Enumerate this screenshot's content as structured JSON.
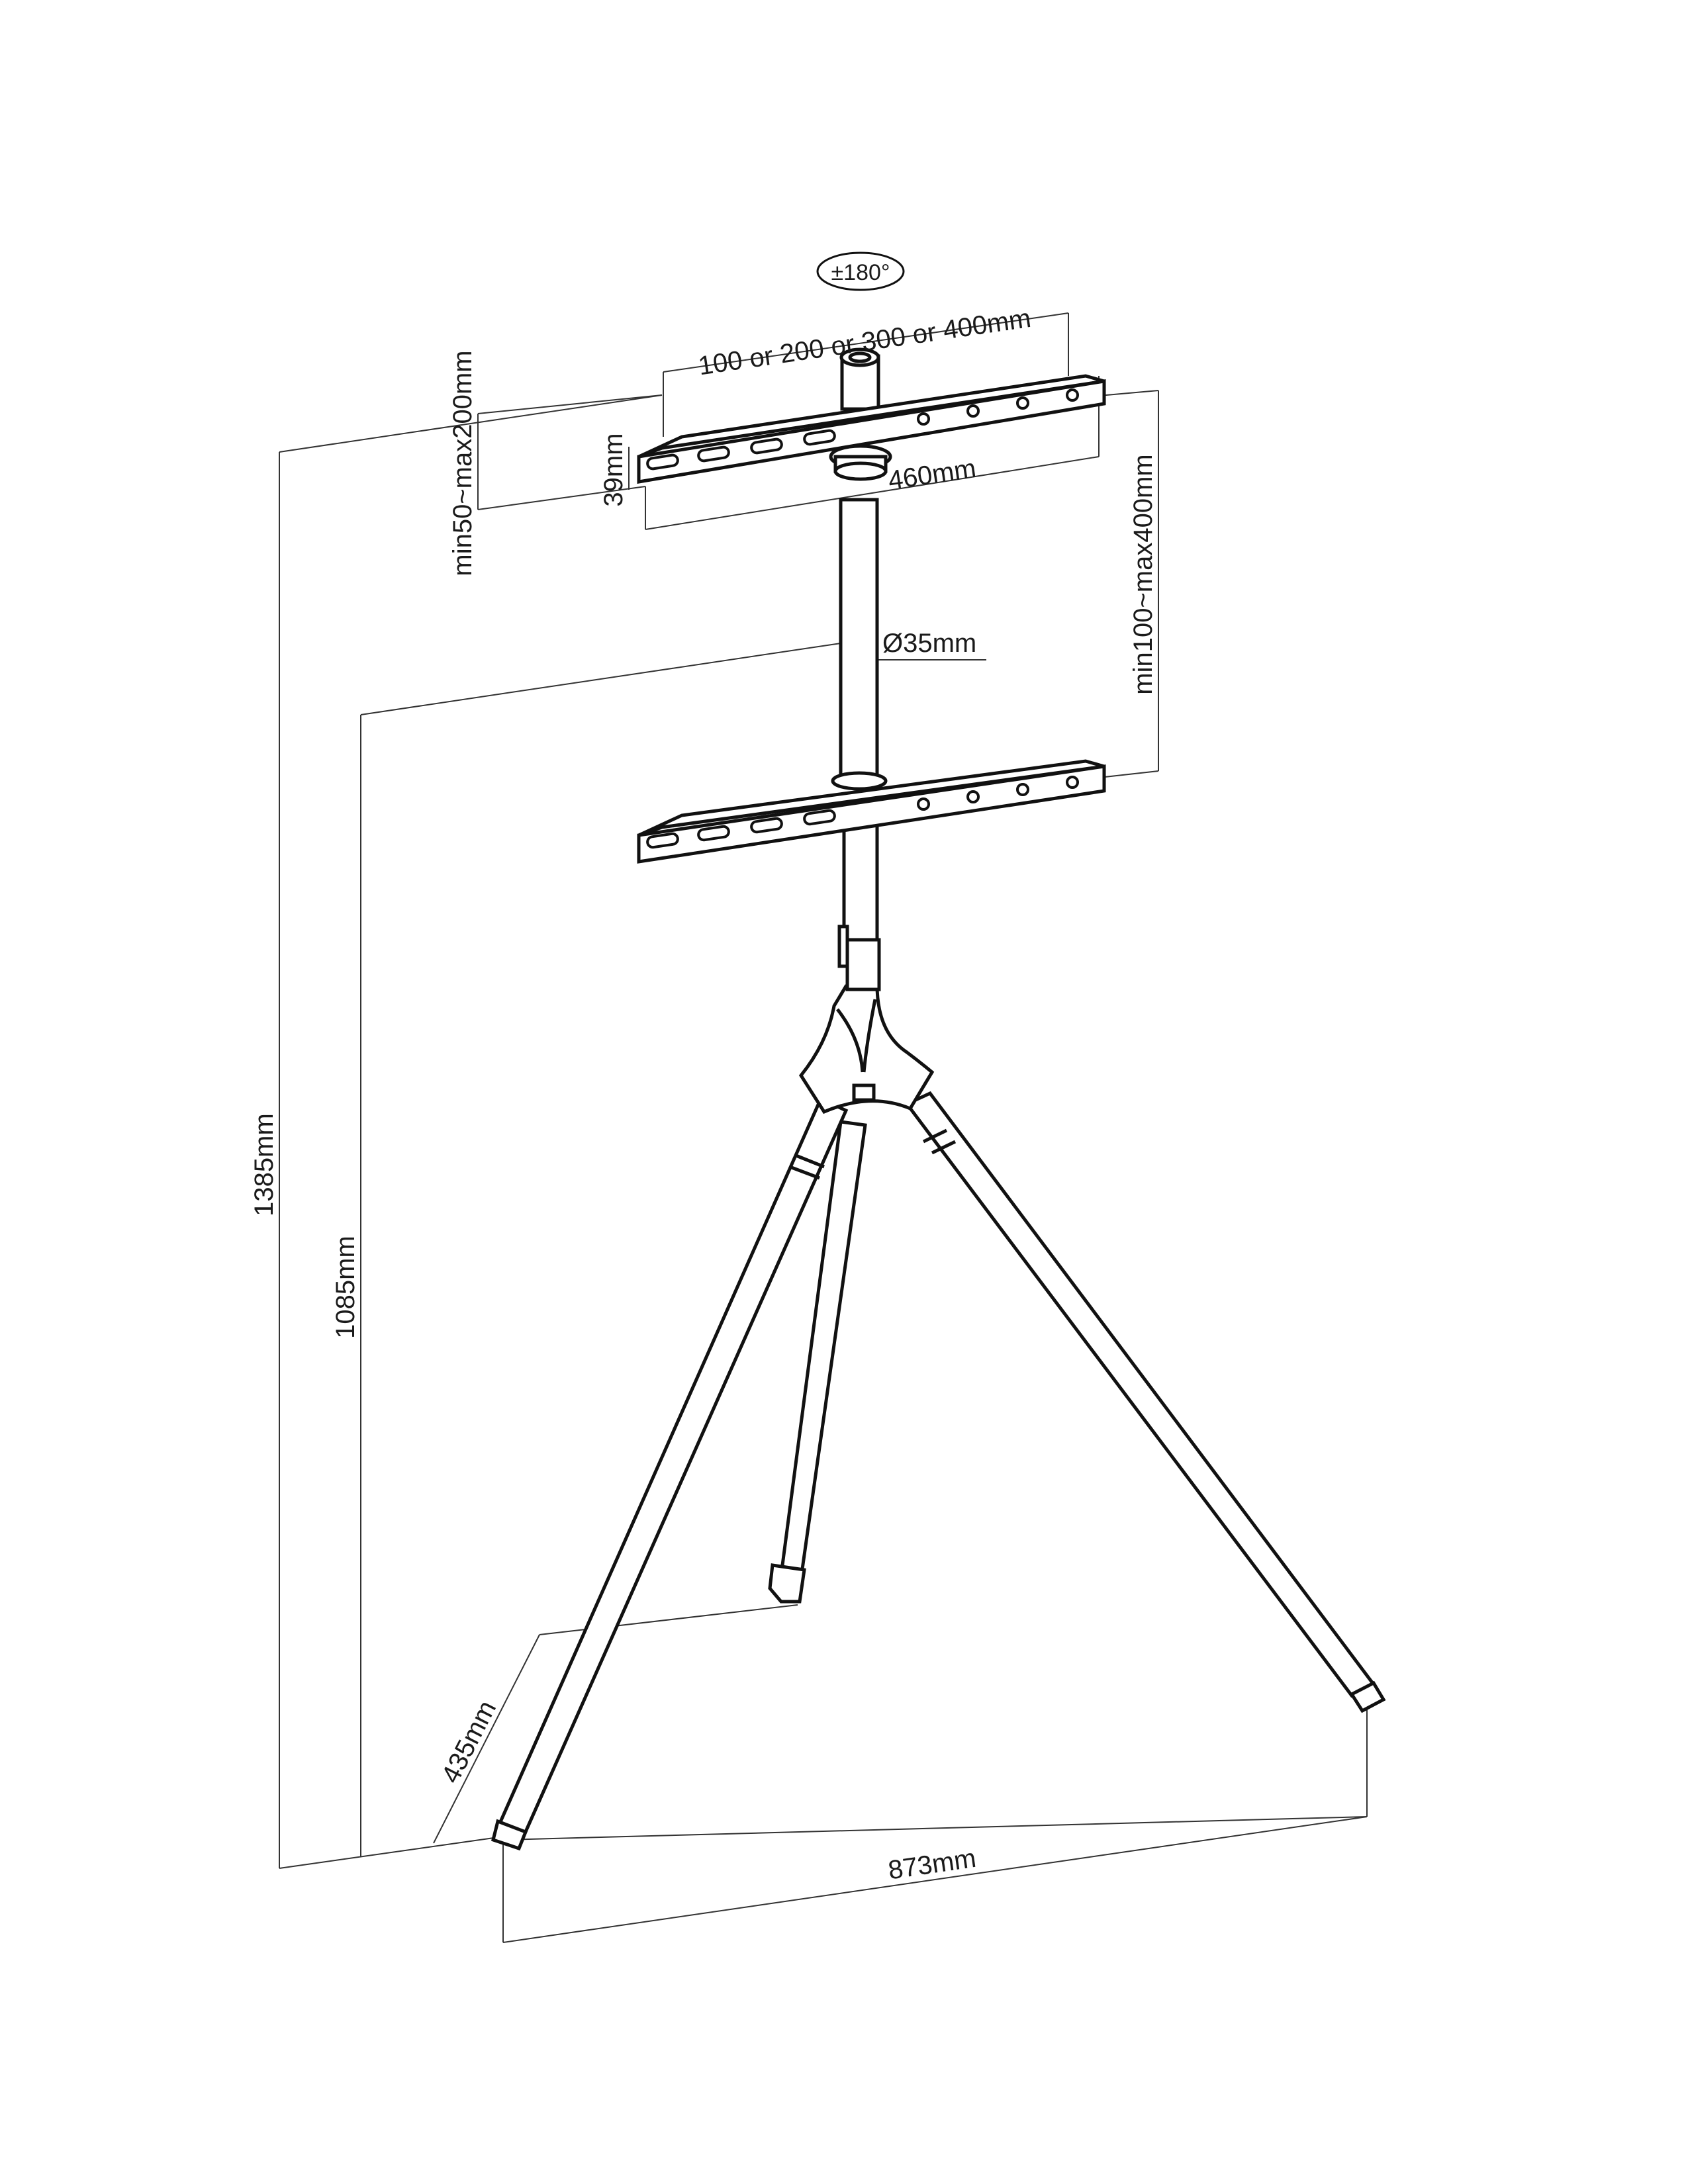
{
  "diagram": {
    "rotation_label": "±180°",
    "vesa_width_label": "100 or 200 or 300 or 400mm",
    "top_bar_vertical_label": "min50~max200mm",
    "bar_height_label": "39mm",
    "bar_length_label": "460mm",
    "pole_diameter_label": "Ø35mm",
    "bar_spacing_label": "min100~max400mm",
    "total_height_label": "1385mm",
    "lower_height_label": "1085mm",
    "rear_leg_label": "435mm",
    "base_width_label": "873mm"
  },
  "colors": {
    "line": "#111111",
    "dimension_line": "#333333",
    "background": "#ffffff"
  }
}
